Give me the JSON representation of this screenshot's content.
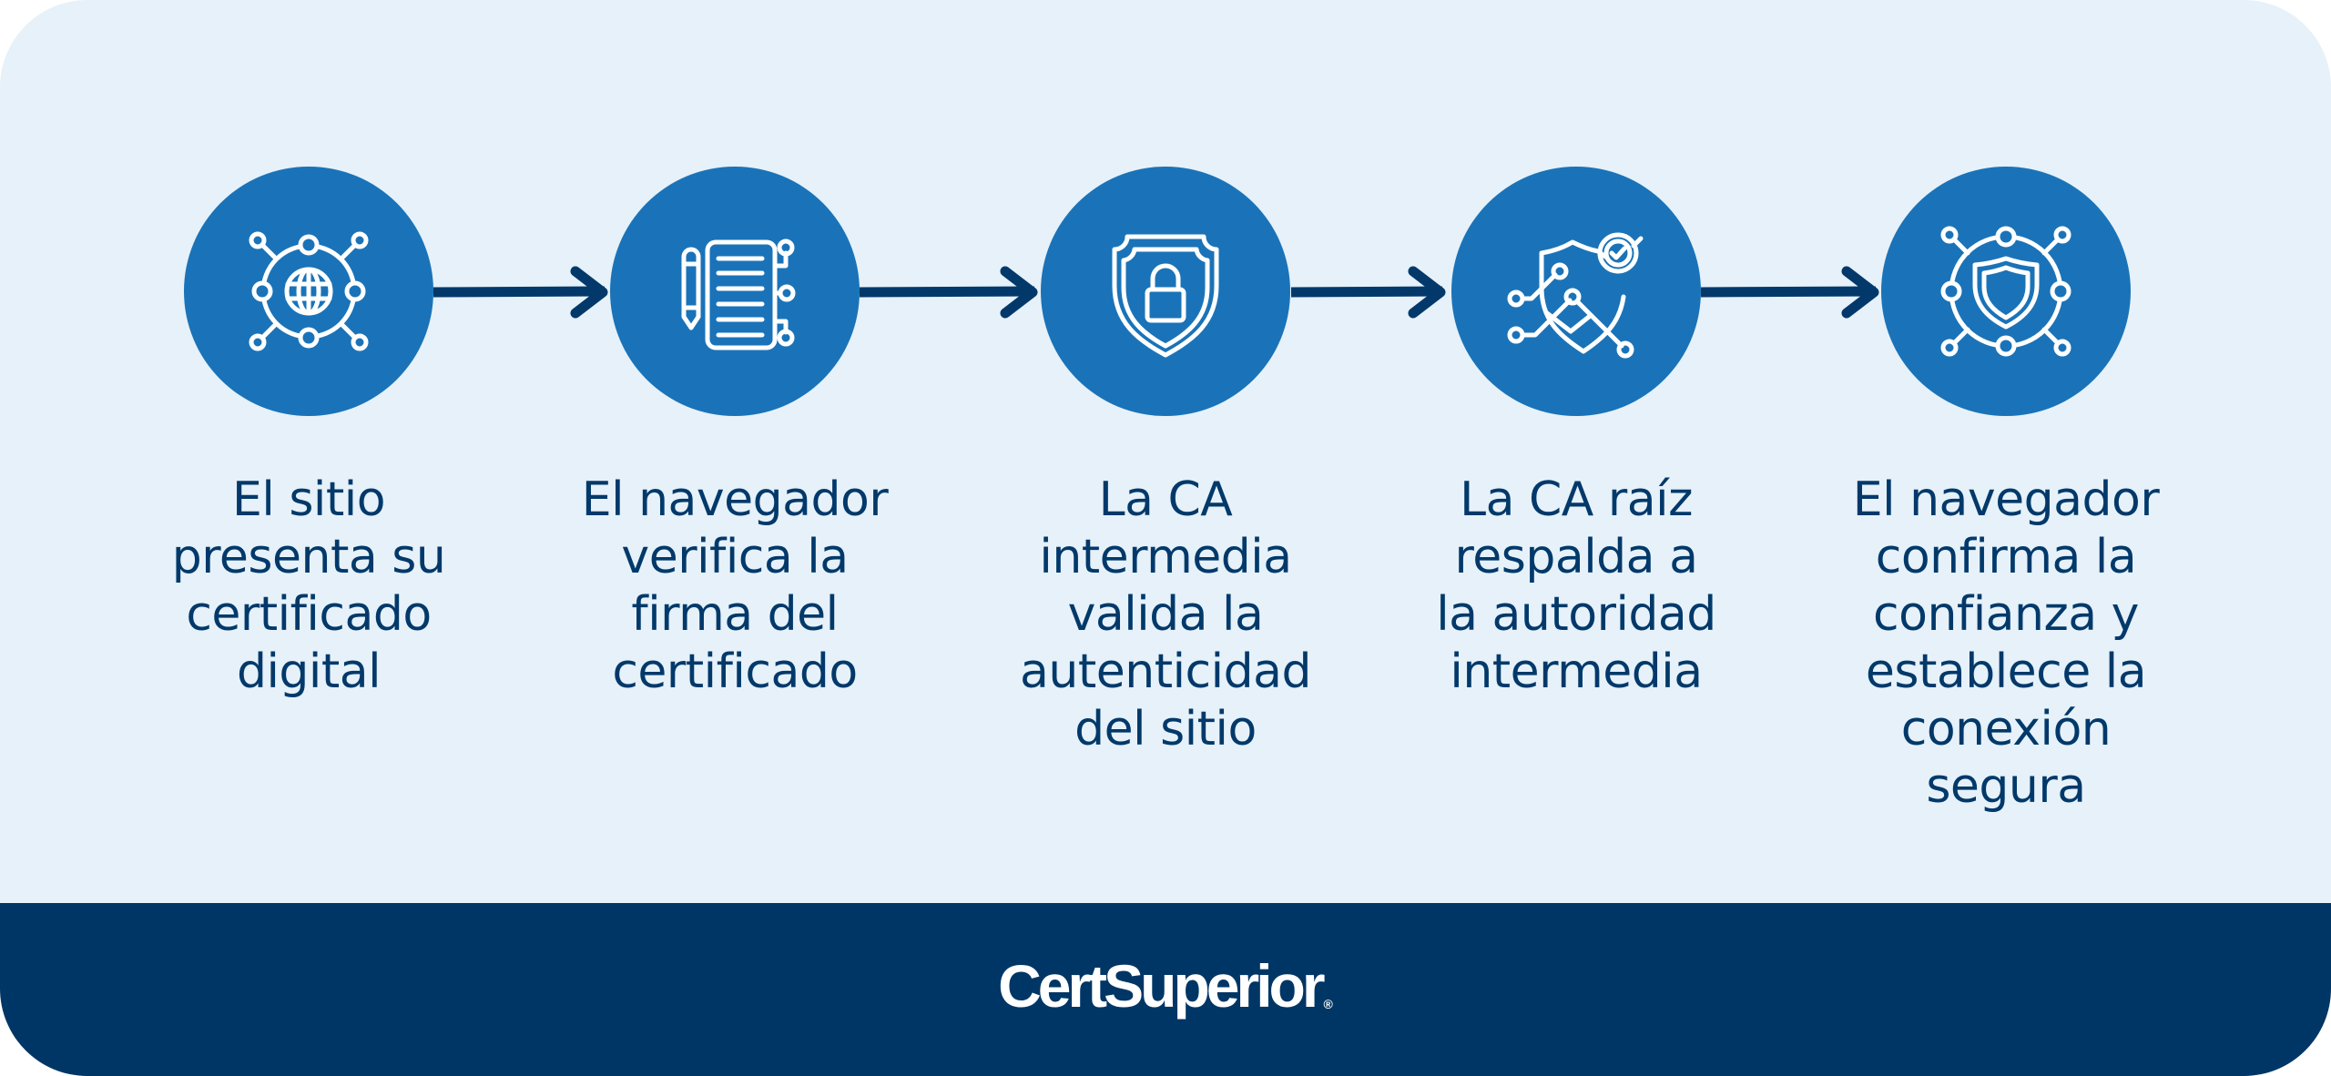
{
  "colors": {
    "background": "#e6f1f9",
    "circle": "#1a73b8",
    "arrow": "#02396a",
    "text": "#02396a",
    "footer": "#003665",
    "icon_stroke": "#ffffff"
  },
  "steps": [
    {
      "icon": "globe-network-icon",
      "label": "El sitio presenta su certificado digital",
      "lines": [
        "El sitio",
        "presenta su",
        "certificado",
        "digital"
      ]
    },
    {
      "icon": "pencil-document-icon",
      "label": "El navegador verifica la firma del certificado",
      "lines": [
        "El navegador",
        "verifica la",
        "firma del",
        "certificado"
      ]
    },
    {
      "icon": "shield-lock-icon",
      "label": "La CA intermedia valida la autenticidad del sitio",
      "lines": [
        "La CA",
        "intermedia",
        "valida la",
        "autenticidad",
        "del sitio"
      ]
    },
    {
      "icon": "shield-check-network-icon",
      "label": "La CA raíz respalda a la autoridad intermedia",
      "lines": [
        "La CA raíz",
        "respalda a",
        "la autoridad",
        "intermedia"
      ]
    },
    {
      "icon": "shield-network-icon",
      "label": "El navegador confirma la confianza y establece la conexión segura",
      "lines": [
        "El navegador",
        "confirma la",
        "confianza y",
        "establece la",
        "conexión",
        "segura"
      ]
    }
  ],
  "footer": {
    "logo_text": "CertSuperior",
    "logo_mark": "®"
  }
}
